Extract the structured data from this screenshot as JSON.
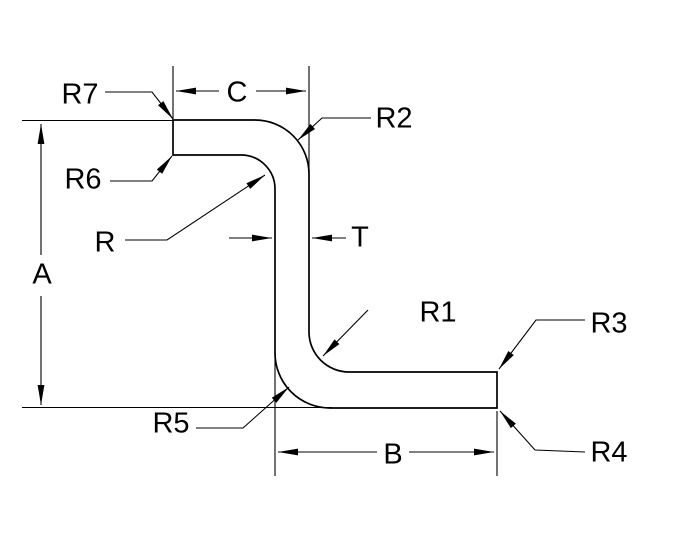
{
  "drawing": {
    "type": "technical-dimension-drawing",
    "subject": "zee (Z) sheet-profile cross-section with dimension callouts",
    "colors": {
      "line": "#000000",
      "background": "#ffffff"
    },
    "labels": {
      "A": "A",
      "B": "B",
      "C": "C",
      "T": "T",
      "R": "R",
      "R1": "R1",
      "R2": "R2",
      "R3": "R3",
      "R4": "R4",
      "R5": "R5",
      "R6": "R6",
      "R7": "R7"
    }
  }
}
